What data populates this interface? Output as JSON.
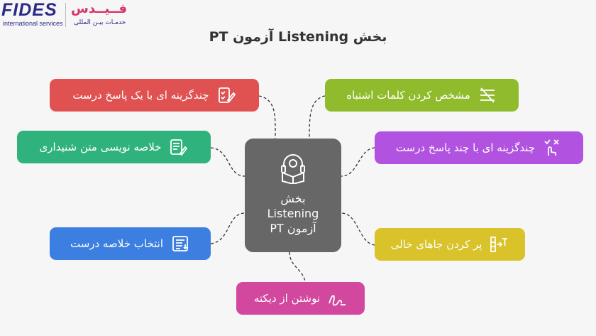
{
  "logo": {
    "brand": "FIDES",
    "tagline": "international services",
    "brand_fa": "فــیــدس",
    "tagline_fa": "خدمـات بیـن المللی"
  },
  "title": "بخش Listening آزمون PT",
  "center": {
    "line1": "بخش",
    "line2": "Listening",
    "line3": "آزمون PT",
    "icon": "headphones-reading-icon"
  },
  "nodes": {
    "mc_single": {
      "label": "چندگزینه ای با یک پاسخ درست",
      "color": "#e05252",
      "icon": "checklist-pencil-icon"
    },
    "summary_write": {
      "label": "خلاصه نویسی متن شنیداری",
      "color": "#2fb27c",
      "icon": "notes-pencil-icon"
    },
    "summary_select": {
      "label": "انتخاب خلاصه درست",
      "color": "#3d7fe0",
      "icon": "document-list-icon"
    },
    "wrong_words": {
      "label": "مشخص کردن کلمات اشتباه",
      "color": "#8fbb2c",
      "icon": "crossed-text-icon"
    },
    "mc_multiple": {
      "label": "چندگزینه ای با چند پاسخ درست",
      "color": "#b153e0",
      "icon": "tap-select-icon"
    },
    "fill_blanks": {
      "label": "پر کردن جاهای خالی",
      "color": "#d9c22a",
      "icon": "fill-blank-icon"
    },
    "dictation": {
      "label": "نوشتن از دیکته",
      "color": "#d2489e",
      "icon": "handwriting-icon"
    }
  }
}
